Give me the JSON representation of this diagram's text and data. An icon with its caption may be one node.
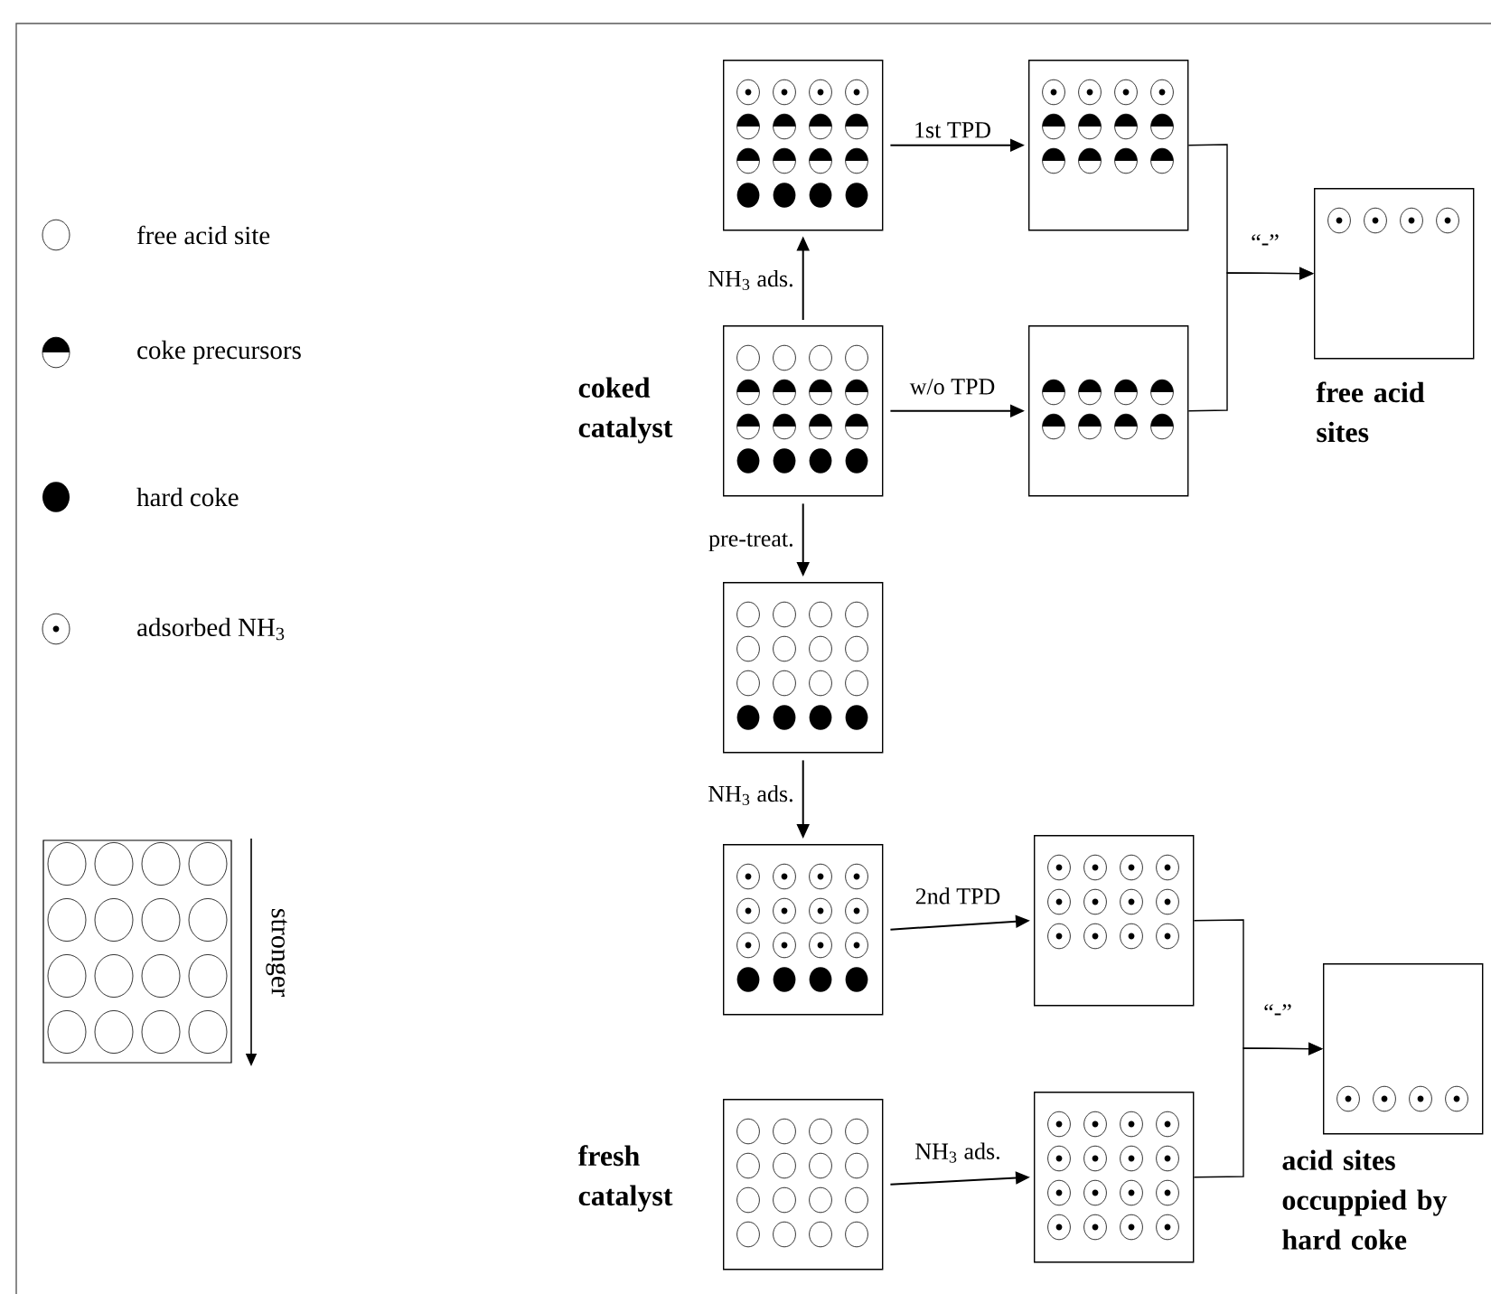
{
  "diagram": {
    "nodes": [
      {
        "text": [],
        "shape": "box"
      },
      {
        "text": [],
        "shape": "box"
      },
      {
        "text": [],
        "shape": "box",
        "beside": [
          "free acid sites"
        ]
      },
      {
        "text": [],
        "shape": "box",
        "beside": [
          "coked catalyst"
        ]
      },
      {
        "text": [],
        "shape": "box"
      },
      {
        "text": [],
        "shape": "box"
      },
      {
        "text": [],
        "shape": "box"
      },
      {
        "text": [],
        "shape": "box"
      },
      {
        "text": [],
        "shape": "box",
        "beside": [
          "acid sites occuppied by hard coke"
        ]
      },
      {
        "text": [],
        "shape": "box",
        "beside": [
          "fresh catalyst"
        ]
      },
      {
        "text": [],
        "shape": "box"
      }
    ],
    "edges": [
      {
        "from": 3,
        "to": 0,
        "arrow": "to",
        "label": "NH$_{3}$ ads."
      },
      {
        "from": 0,
        "to": 1,
        "arrow": "to",
        "label": "1st TPD"
      },
      {
        "from": 3,
        "to": 4,
        "arrow": "to",
        "label": "w/o TPD"
      },
      {
        "from": 1,
        "to": 2,
        "arrow": "to",
        "label": "“-”"
      },
      {
        "from": 4,
        "to": 2,
        "arrow": "to"
      },
      {
        "from": 3,
        "to": 5,
        "arrow": "to",
        "label": "pre-treat."
      },
      {
        "from": 5,
        "to": 6,
        "arrow": "to",
        "label": "NH$_{3}$ ads."
      },
      {
        "from": 6,
        "to": 7,
        "arrow": "to",
        "label": "2nd TPD"
      },
      {
        "from": 7,
        "to": 8,
        "arrow": "to",
        "label": "“-”"
      },
      {
        "from": 10,
        "to": 8,
        "arrow": "to"
      },
      {
        "from": 9,
        "to": 10,
        "arrow": "to",
        "label": "NH$_{3}$ ads."
      }
    ],
    "labels": [
      "stronger"
    ],
    "legend": [
      {
        "text": "free acid site"
      },
      {
        "text": "coke precursors"
      },
      {
        "text": "hard coke"
      },
      {
        "text": "adsorbed NH$_{3}$"
      }
    ]
  }
}
